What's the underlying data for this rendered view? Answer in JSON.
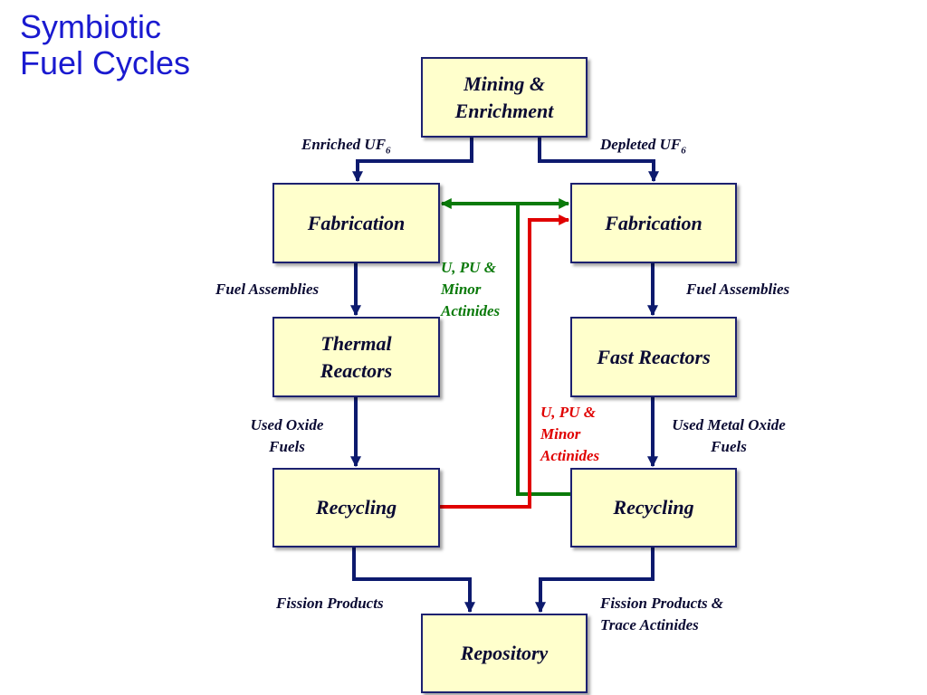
{
  "title": {
    "line1": "Symbiotic",
    "line2": "Fuel Cycles"
  },
  "nodes": {
    "mining": {
      "line1": "Mining &",
      "line2": "Enrichment"
    },
    "fab_left": "Fabrication",
    "fab_right": "Fabrication",
    "thermal": {
      "line1": "Thermal",
      "line2": "Reactors"
    },
    "fast": "Fast Reactors",
    "recycle_left": "Recycling",
    "recycle_right": "Recycling",
    "repository": "Repository"
  },
  "edge_labels": {
    "enriched": {
      "text": "Enriched UF",
      "sub": "6"
    },
    "depleted": {
      "text": "Depleted UF",
      "sub": "6"
    },
    "fuel_left": "Fuel Assemblies",
    "fuel_right": "Fuel Assemblies",
    "used_oxide": {
      "line1": "Used Oxide",
      "line2": "Fuels"
    },
    "used_metal": {
      "line1": "Used Metal Oxide",
      "line2": "Fuels"
    },
    "green_flow": {
      "line1": "U, PU &",
      "line2": "Minor",
      "line3": "Actinides"
    },
    "red_flow": {
      "line1": "U, PU &",
      "line2": "Minor",
      "line3": "Actinides"
    },
    "fission_left": "Fission Products",
    "fission_right": {
      "line1": "Fission Products &",
      "line2": "Trace Actinides"
    }
  },
  "colors": {
    "box_fill": "#ffffcc",
    "box_border": "#1c2170",
    "arrow_navy": "#0d1a6e",
    "arrow_green": "#0a7a0a",
    "arrow_red": "#e00000",
    "title": "#1a1ad0"
  }
}
